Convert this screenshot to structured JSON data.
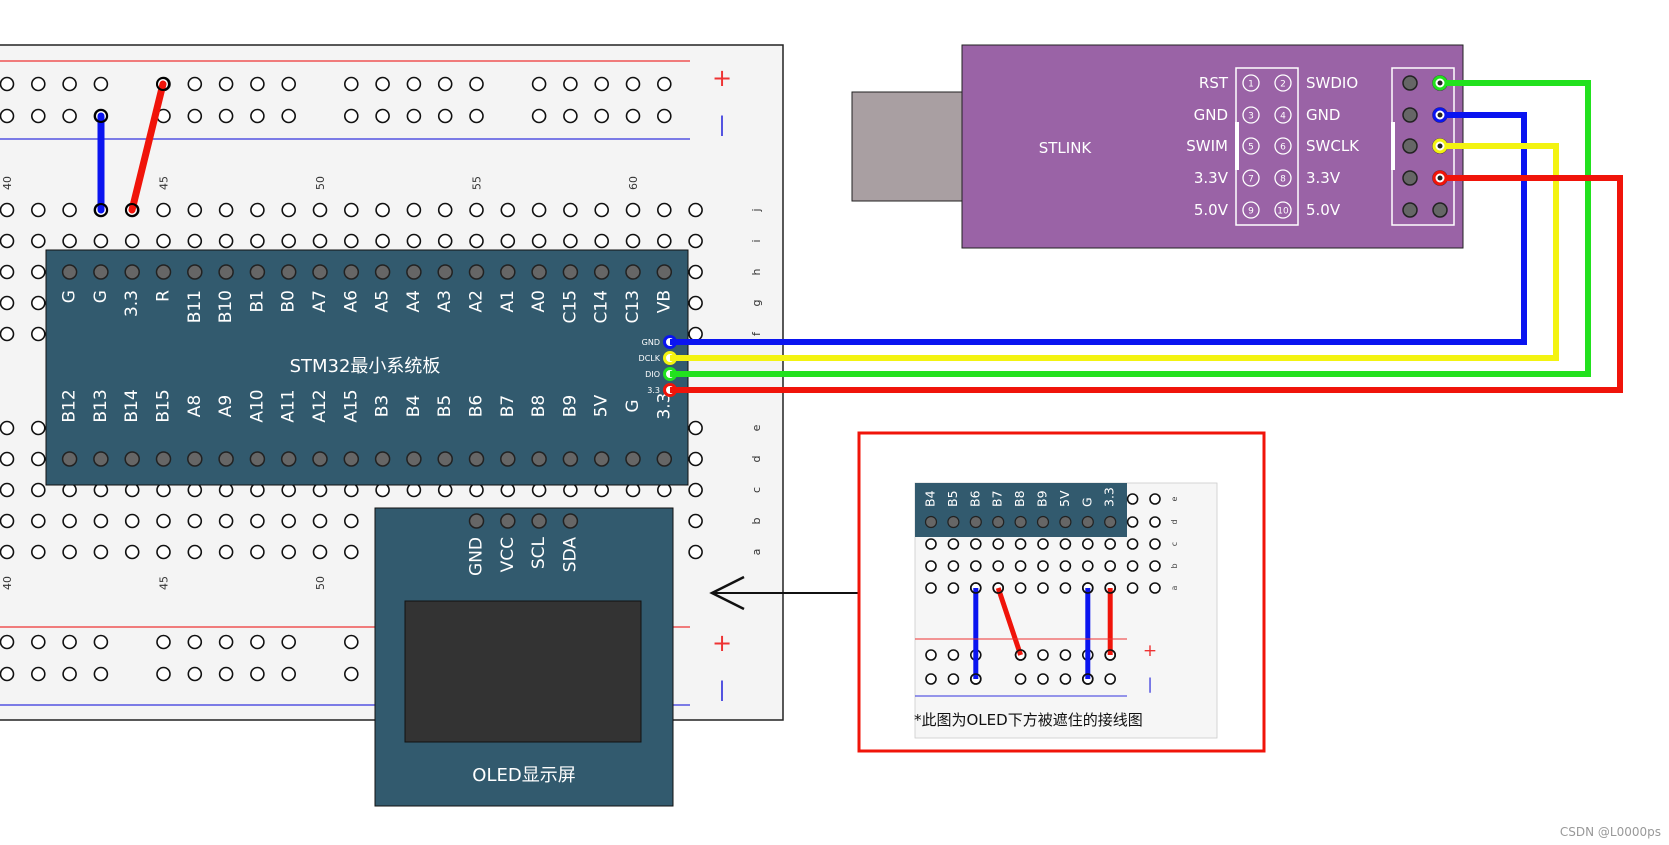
{
  "mcu": {
    "title": "STM32最小系统板",
    "top_pins": [
      "G",
      "G",
      "3.3",
      "R",
      "B11",
      "B10",
      "B1",
      "B0",
      "A7",
      "A6",
      "A5",
      "A4",
      "A3",
      "A2",
      "A1",
      "A0",
      "C15",
      "C14",
      "C13",
      "VB"
    ],
    "bottom_pins": [
      "B12",
      "B13",
      "B14",
      "B15",
      "A8",
      "A9",
      "A10",
      "A11",
      "A12",
      "A15",
      "B3",
      "B4",
      "B5",
      "B6",
      "B7",
      "B8",
      "B9",
      "5V",
      "G",
      "3.3"
    ],
    "swd_pins": [
      "GND",
      "DCLK",
      "DIO",
      "3.3"
    ]
  },
  "breadboard": {
    "col_numbers": [
      "40",
      "45",
      "50",
      "55",
      "60"
    ],
    "bottom_col_numbers": [
      "40",
      "45",
      "50"
    ],
    "rows_top": [
      "j",
      "i",
      "h",
      "g",
      "f"
    ],
    "rows_bottom": [
      "e",
      "d",
      "c",
      "b",
      "a"
    ],
    "plus": "+",
    "minus": "—"
  },
  "stlink": {
    "title": "STLINK",
    "left_labels": [
      "RST",
      "GND",
      "SWIM",
      "3.3V",
      "5.0V"
    ],
    "right_labels": [
      "SWDIO",
      "GND",
      "SWCLK",
      "3.3V",
      "5.0V"
    ],
    "pin_numbers": [
      "1",
      "2",
      "3",
      "4",
      "5",
      "6",
      "7",
      "8",
      "9",
      "10"
    ]
  },
  "oled": {
    "title": "OLED显示屏",
    "pins": [
      "GND",
      "VCC",
      "SCL",
      "SDA"
    ]
  },
  "inset": {
    "pins": [
      "B4",
      "B5",
      "B6",
      "B7",
      "B8",
      "B9",
      "5V",
      "G",
      "3.3"
    ],
    "rows": [
      "e",
      "d",
      "c",
      "b",
      "a"
    ],
    "caption": "*此图为OLED下方被遮住的接线图",
    "plus": "+",
    "minus": "—"
  },
  "watermark": "CSDN @L0000ps",
  "colors": {
    "board": "#325a6e",
    "stlink": "#9a63a6",
    "usb": "#a99fa2",
    "wire_blue": "#0a14f0",
    "wire_red": "#f0140a",
    "wire_green": "#22e11e",
    "wire_yellow": "#f3f311",
    "inset_border": "#f0140a"
  }
}
